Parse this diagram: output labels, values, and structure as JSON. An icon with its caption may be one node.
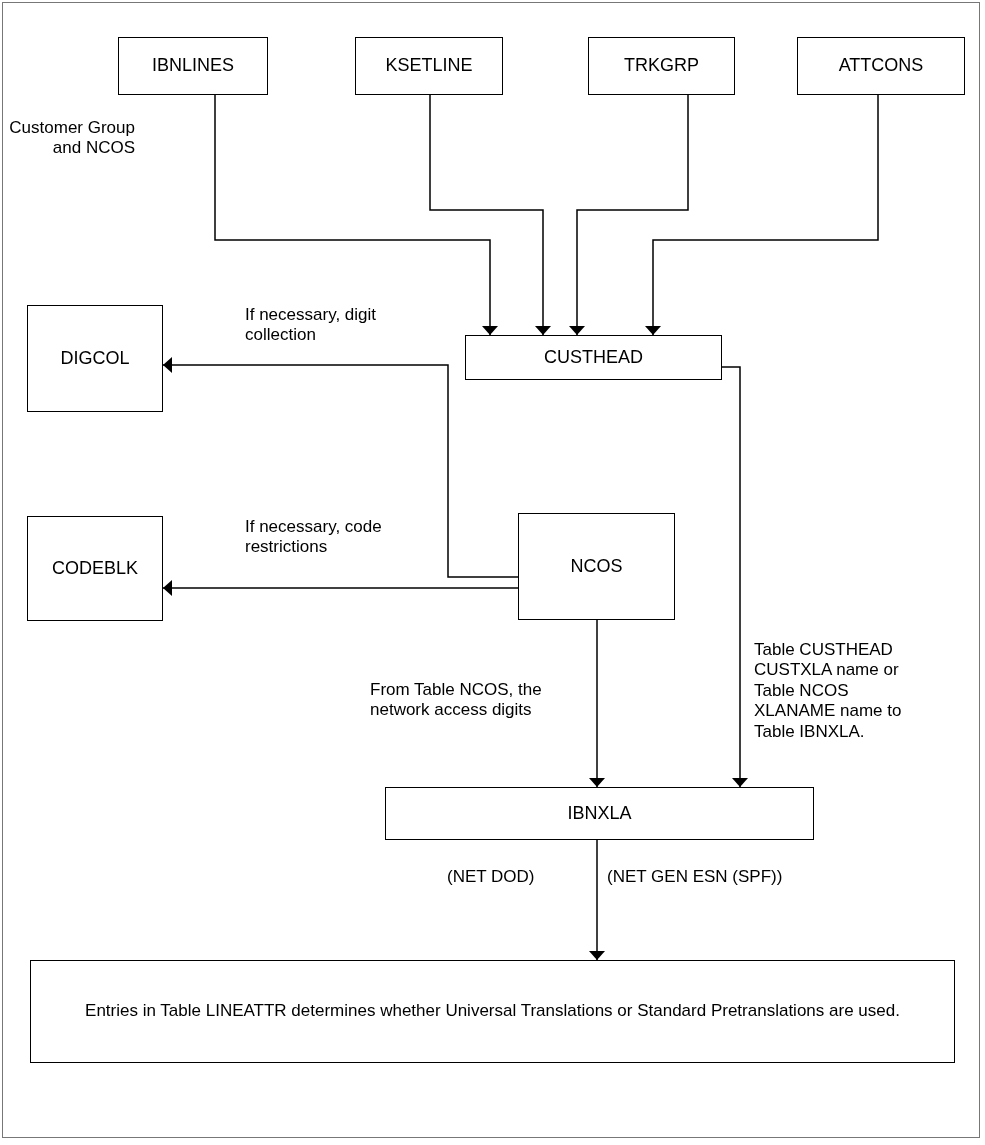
{
  "diagram": {
    "nodes": [
      {
        "text": [
          "IBNLINES"
        ]
      },
      {
        "text": [
          "KSETLINE"
        ]
      },
      {
        "text": [
          "TRKGRP"
        ]
      },
      {
        "text": [
          "ATTCONS"
        ]
      },
      {
        "text": [
          "CUSTHEAD"
        ]
      },
      {
        "text": [
          "DIGCOL"
        ]
      },
      {
        "text": [
          "CODEBLK"
        ]
      },
      {
        "text": [
          "NCOS"
        ]
      },
      {
        "text": [
          "IBNXLA"
        ]
      },
      {
        "text": [
          "Entries in Table LINEATTR determines whether Universal Translations or Standard Pretranslations are used."
        ]
      }
    ],
    "edges": [
      {
        "from": 0,
        "to": 4,
        "arrow": "to",
        "label": "Customer Group and NCOS"
      },
      {
        "from": 1,
        "to": 4,
        "arrow": "to"
      },
      {
        "from": 2,
        "to": 4,
        "arrow": "to"
      },
      {
        "from": 3,
        "to": 4,
        "arrow": "to"
      },
      {
        "from": 7,
        "to": 5,
        "arrow": "to",
        "label": "If necessary, digit collection"
      },
      {
        "from": 7,
        "to": 6,
        "arrow": "to",
        "label": "If necessary, code restrictions"
      },
      {
        "from": 7,
        "to": 8,
        "arrow": "to",
        "label": "From Table NCOS, the network access digits"
      },
      {
        "from": 4,
        "to": 8,
        "arrow": "to",
        "label": "Table CUSTHEAD CUSTXLA name or Table NCOS XLANAME name to Table IBNXLA."
      },
      {
        "from": 8,
        "to": 9,
        "arrow": "to",
        "label": "(NET DOD)"
      }
    ],
    "labels": [
      "(NET GEN ESN (SPF))"
    ]
  }
}
